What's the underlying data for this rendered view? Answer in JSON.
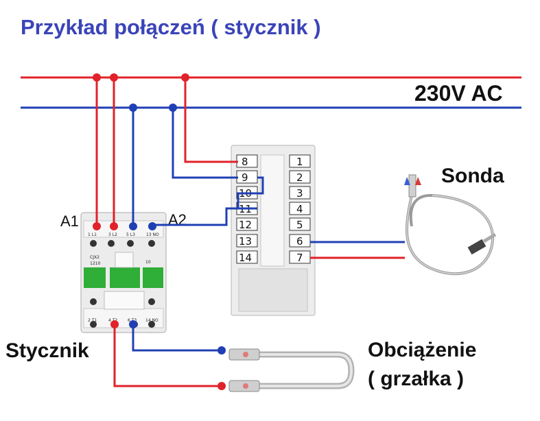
{
  "title": "Przykład połączeń ( stycznik )",
  "voltage_label": "230V AC",
  "coil_a1": "A1",
  "coil_a2": "A2",
  "probe_label": "Sonda",
  "load_label_line1": "Obciążenie",
  "load_label_line2": "( grzałka )",
  "contactor_label": "Stycznik",
  "controller_terminals_left": [
    "8",
    "9",
    "10",
    "11",
    "12",
    "13",
    "14"
  ],
  "controller_terminals_right": [
    "1",
    "2",
    "3",
    "4",
    "5",
    "6",
    "7"
  ],
  "contactor_model": [
    "CJX2",
    "1210"
  ],
  "contactor_top_marks": [
    "1 L1",
    "3 L2",
    "5 L3",
    "13 NO"
  ],
  "contactor_bottom_marks": [
    "2 T1",
    "4 T2",
    "6 T3",
    "14 NO"
  ],
  "contactor_aux_mark": "10",
  "colors": {
    "phase": "#e0222a",
    "neutral": "#1f3fb4",
    "title": "#3a44b8"
  }
}
